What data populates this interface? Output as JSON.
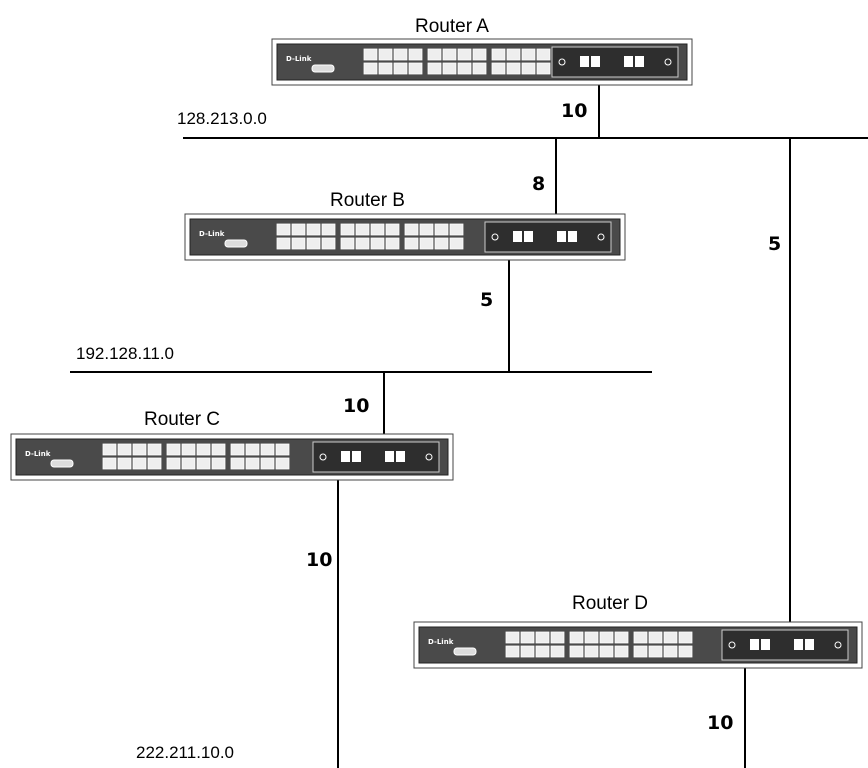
{
  "routers": [
    {
      "id": "A",
      "label": "Router A",
      "brand": "D-Link"
    },
    {
      "id": "B",
      "label": "Router B",
      "brand": "D-Link"
    },
    {
      "id": "C",
      "label": "Router C",
      "brand": "D-Link"
    },
    {
      "id": "D",
      "label": "Router D",
      "brand": "D-Link"
    }
  ],
  "networks": [
    {
      "id": "n1",
      "label": "128.213.0.0"
    },
    {
      "id": "n2",
      "label": "192.128.11.0"
    },
    {
      "id": "n3",
      "label": "222.211.10.0"
    }
  ],
  "link_costs": [
    {
      "id": "A-n1",
      "value": "10"
    },
    {
      "id": "B-n1",
      "value": "8"
    },
    {
      "id": "D-n1",
      "value": "5"
    },
    {
      "id": "B-n2",
      "value": "5"
    },
    {
      "id": "C-n2",
      "value": "10"
    },
    {
      "id": "C-n3",
      "value": "10"
    },
    {
      "id": "D-n3",
      "value": "10"
    }
  ]
}
